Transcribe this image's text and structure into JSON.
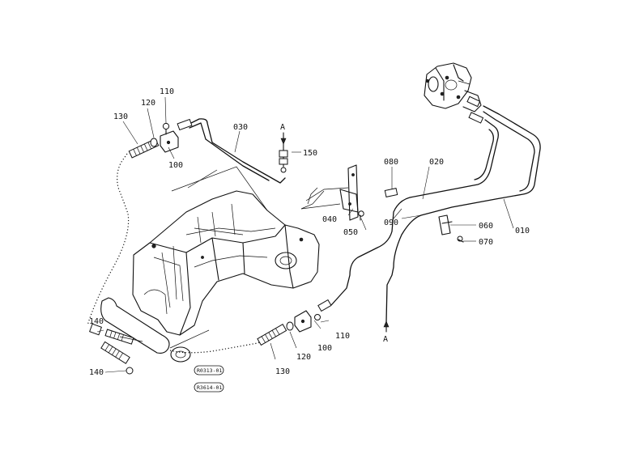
{
  "callouts": {
    "c010": "010",
    "c020": "020",
    "c030": "030",
    "c040": "040",
    "c050": "050",
    "c060": "060",
    "c070": "070",
    "c080": "080",
    "c090": "090",
    "c100_top": "100",
    "c100_bottom": "100",
    "c110_top": "110",
    "c110_bottom": "110",
    "c120_top": "120",
    "c120_bottom": "120",
    "c130_top": "130",
    "c130_bottom": "130",
    "c140_top": "140",
    "c140_bottom": "140",
    "c150": "150",
    "ref_a_top": "A",
    "ref_a_bottom": "A"
  },
  "figure_codes": {
    "code1": "R0313-01",
    "code2": "R3614-01"
  }
}
